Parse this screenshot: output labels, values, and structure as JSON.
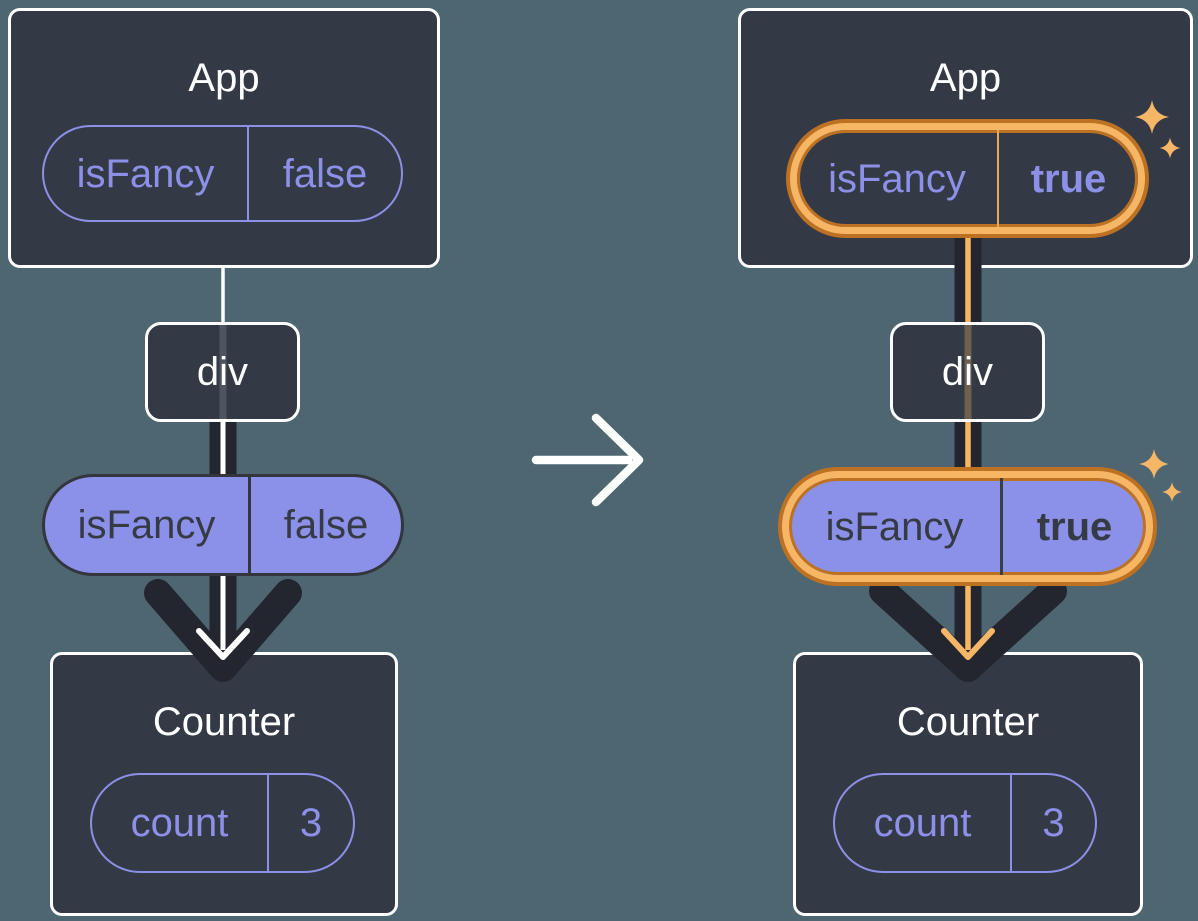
{
  "colors": {
    "background": "#4D6671",
    "card_fill": "#333A46",
    "card_border": "#FFFFFF",
    "purple": "#8C90E6",
    "pill_fill_purple": "#8B90E8",
    "dark_text_on_purple": "#363A44",
    "arrow_dark": "#23262F",
    "highlight_orange": "#F7B666",
    "highlight_orange_dark": "#BD7122",
    "flow_line_left": "#FFFFFF",
    "flow_line_right": "#F7B666"
  },
  "before": {
    "app_card": {
      "title": "App",
      "prop_pill": {
        "name": "isFancy",
        "value": "false"
      }
    },
    "div_node": {
      "label": "div"
    },
    "passed_prop_pill": {
      "name": "isFancy",
      "value": "false"
    },
    "counter_card": {
      "title": "Counter",
      "state_pill": {
        "name": "count",
        "value": "3"
      }
    }
  },
  "after": {
    "app_card": {
      "title": "App",
      "prop_pill": {
        "name": "isFancy",
        "value": "true"
      }
    },
    "div_node": {
      "label": "div"
    },
    "passed_prop_pill": {
      "name": "isFancy",
      "value": "true"
    },
    "counter_card": {
      "title": "Counter",
      "state_pill": {
        "name": "count",
        "value": "3"
      }
    }
  },
  "icons": {
    "transition_arrow": "right-arrow",
    "sparkle": "four-point-star"
  }
}
